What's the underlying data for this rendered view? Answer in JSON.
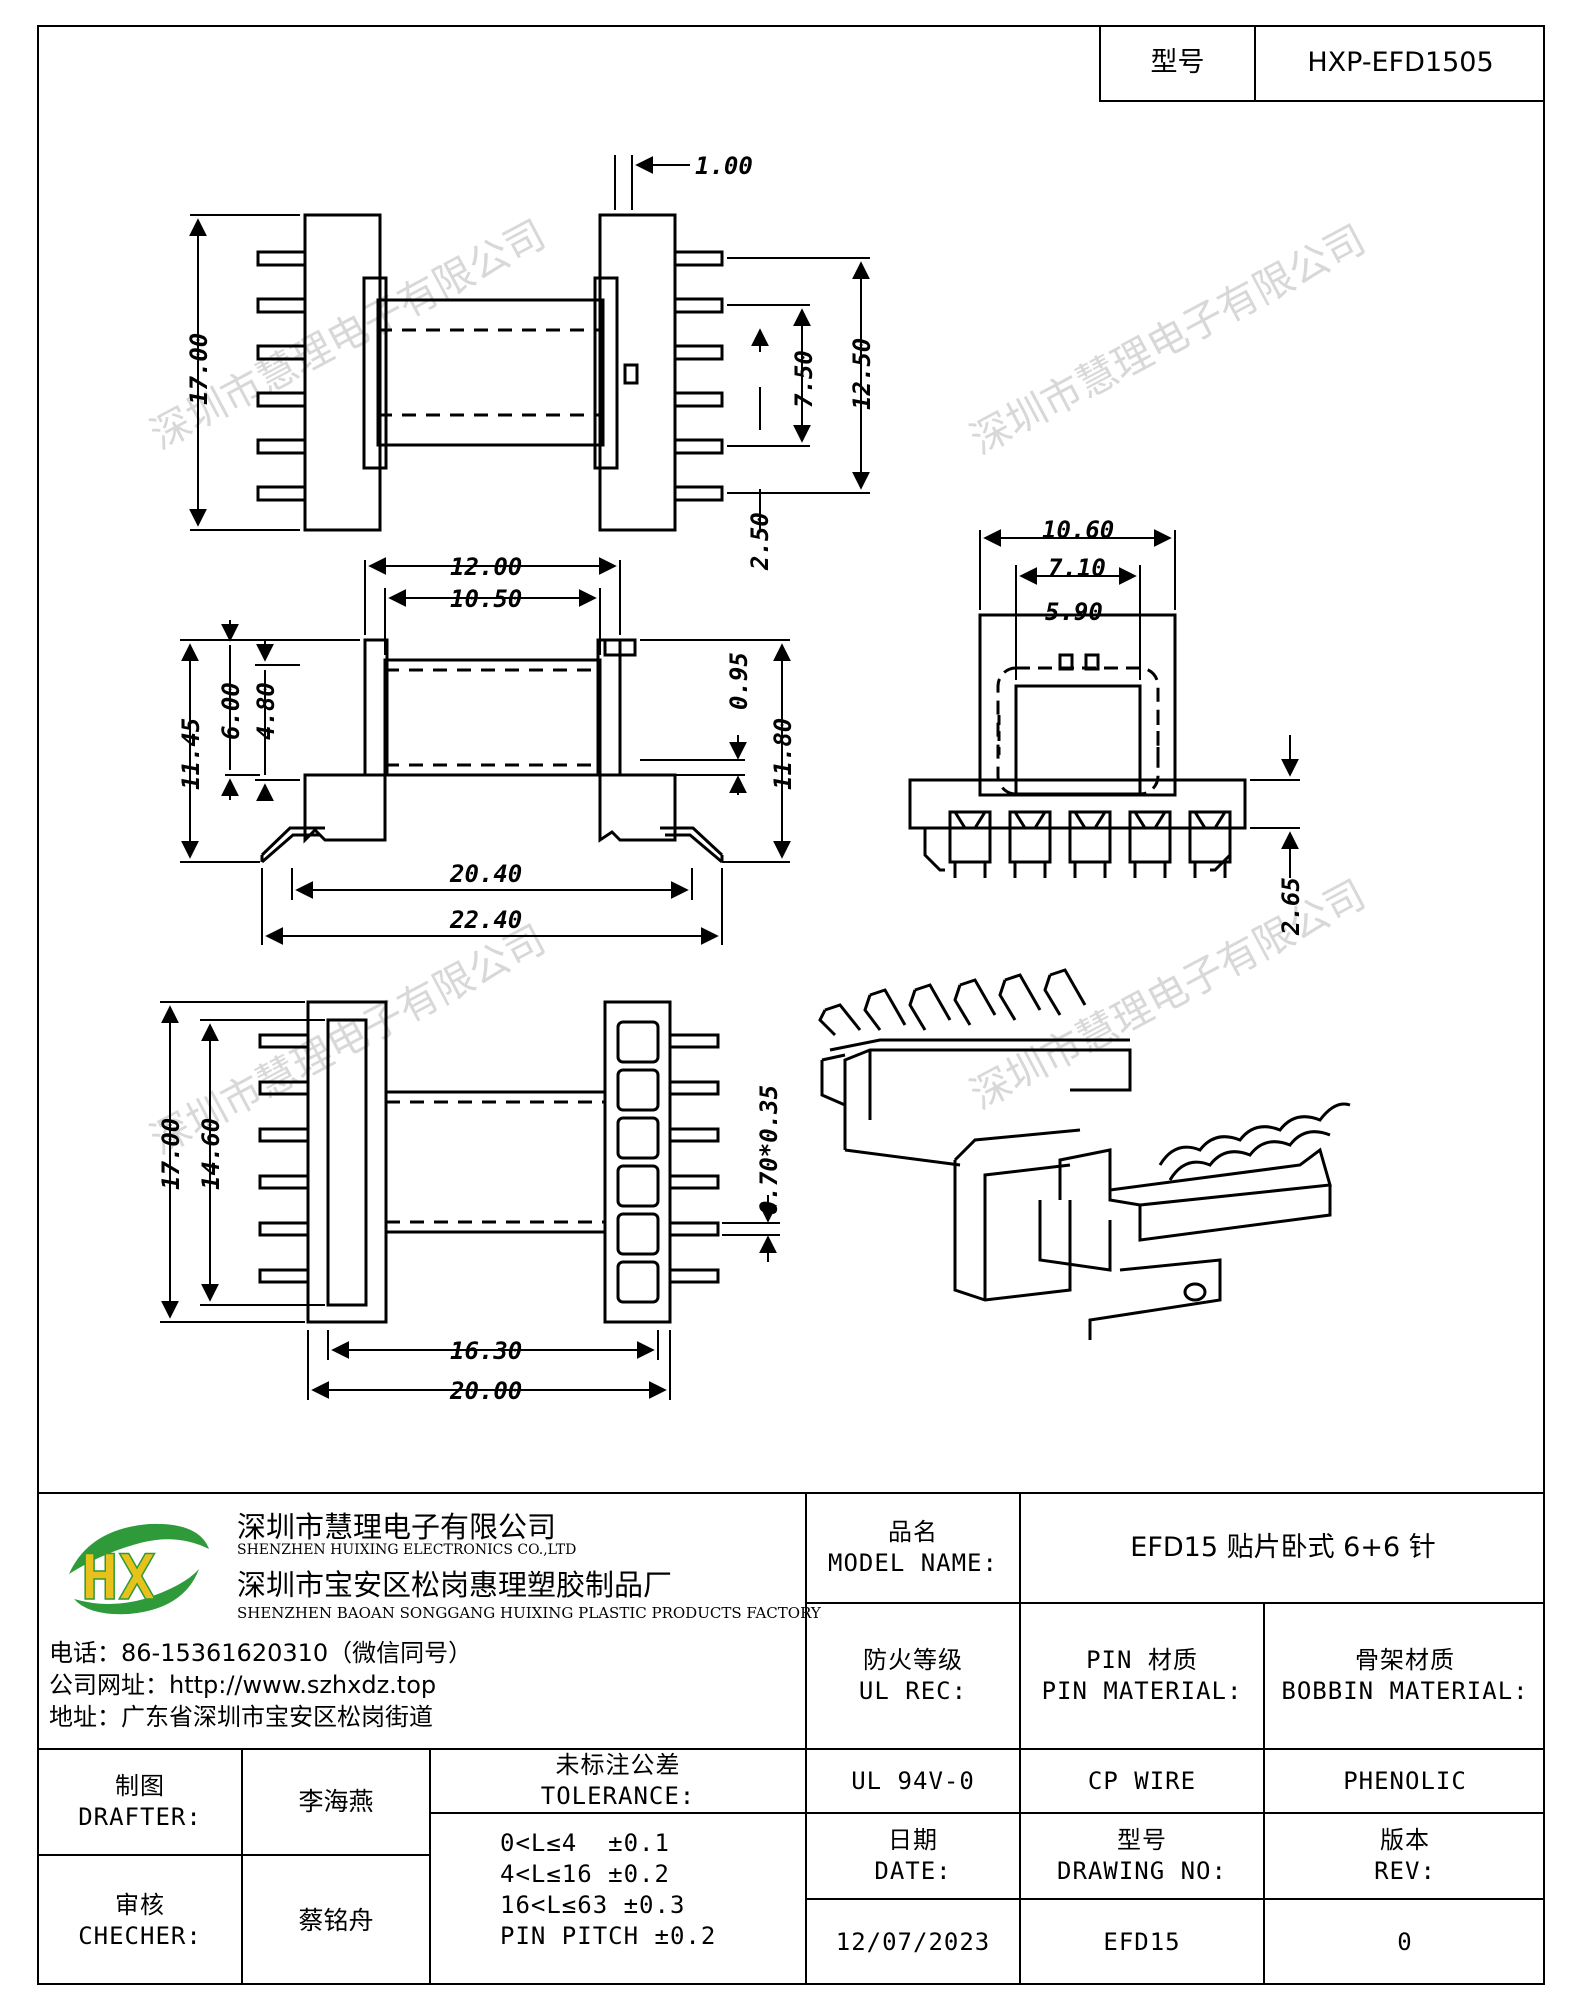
{
  "header": {
    "model_label": "型号",
    "model_value": "HXP-EFD1505"
  },
  "drawing": {
    "top_view": {
      "d_pin_width": "1.00",
      "d_height": "17.00",
      "d_inner": "7.50",
      "d_outer": "12.50",
      "d_pitch": "2.50"
    },
    "side_view": {
      "d_width_outer": "12.00",
      "d_width_inner": "10.50",
      "d_h1": "11.45",
      "d_h2": "6.00",
      "d_h3": "4.80",
      "d_flange": "0.95",
      "d_total_h": "11.80",
      "d_base_inner": "20.40",
      "d_base_outer": "22.40"
    },
    "end_view": {
      "d_w1": "10.60",
      "d_w2": "7.10",
      "d_w3": "5.90",
      "d_pin_len": "2.65"
    },
    "bottom_view": {
      "d_h": "17.00",
      "d_inner_h": "14.60",
      "d_pin": "0.70*0.35",
      "d_w_inner": "16.30",
      "d_w_outer": "20.00"
    }
  },
  "watermark": "深圳市慧理电子有限公司",
  "company": {
    "logo_text": "HX",
    "name_cn": "深圳市慧理电子有限公司",
    "name_en": "SHENZHEN HUIXING ELECTRONICS CO.,LTD",
    "factory_cn": "深圳市宝安区松岗惠理塑胶制品厂",
    "factory_en": "SHENZHEN BAOAN SONGGANG HUIXING PLASTIC PRODUCTS FACTORY",
    "phone": "电话：86-15361620310（微信同号）",
    "website": "公司网址：http://www.szhxdz.top",
    "address": "地址：广东省深圳市宝安区松岗街道"
  },
  "title_block": {
    "model_name_label": "品名\nMODEL NAME:",
    "model_name_value": "EFD15 贴片卧式 6+6 针",
    "ul_label": "防火等级\nUL REC:",
    "pin_label": "PIN 材质\nPIN MATERIAL:",
    "bobbin_label": "骨架材质\nBOBBIN MATERIAL:",
    "ul_value": "UL 94V-0",
    "pin_value": "CP WIRE",
    "bobbin_value": "PHENOLIC",
    "drafter_label": "制图\nDRAFTER:",
    "drafter_value": "李海燕",
    "checker_label": "审核\nCHECHER:",
    "checker_value": "蔡铭舟",
    "tolerance_label": "未标注公差\nTOLERANCE:",
    "tolerance_lines": [
      "0<L≤4  ±0.1",
      "4<L≤16 ±0.2",
      "16<L≤63 ±0.3",
      "PIN PITCH ±0.2"
    ],
    "date_label": "日期\nDATE:",
    "drawing_no_label": "型号\nDRAWING NO:",
    "rev_label": "版本\nREV:",
    "date_value": "12/07/2023",
    "drawing_no_value": "EFD15",
    "rev_value": "0"
  }
}
